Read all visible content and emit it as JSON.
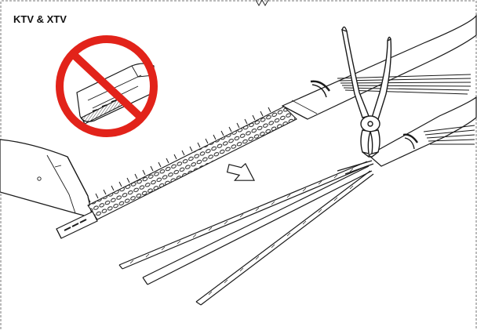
{
  "figure": {
    "label": "KTV & XTV"
  },
  "colors": {
    "prohibition_red": "#e2231a",
    "line": "#1a1a1a",
    "fill": "#ffffff"
  },
  "icons": {
    "prohibition": "no-entry-sign",
    "direction": "outline-arrow",
    "tool": "diagonal-cutting-pliers"
  }
}
